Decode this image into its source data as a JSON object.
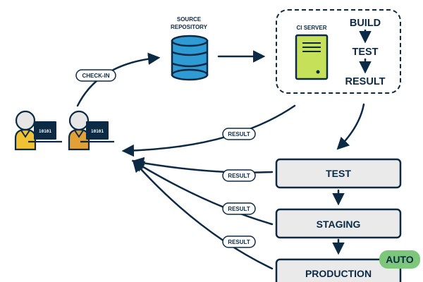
{
  "repository": {
    "label_line1": "SOURCE",
    "label_line2": "REPOSITORY"
  },
  "ci_server": {
    "label": "CI SERVER",
    "steps": [
      "BUILD",
      "TEST",
      "RESULT"
    ]
  },
  "developers": {
    "screen_code": "10101"
  },
  "pills": {
    "checkin": "CHECK-IN",
    "result_ci": "RESULT",
    "result_test": "RESULT",
    "result_staging": "RESULT",
    "result_production": "RESULT"
  },
  "stages": {
    "test": "TEST",
    "staging": "STAGING",
    "production": "PRODUCTION"
  },
  "auto_badge": "AUTO",
  "colors": {
    "navy": "#0d2a45",
    "database": "#2f9bd5",
    "server": "#c6e05a",
    "auto_badge": "#7cc77a",
    "stage_fill": "#eaeaea",
    "person_yellow": "#f1c232",
    "person_orange": "#e2a037",
    "head_gray": "#e6e6e6"
  }
}
